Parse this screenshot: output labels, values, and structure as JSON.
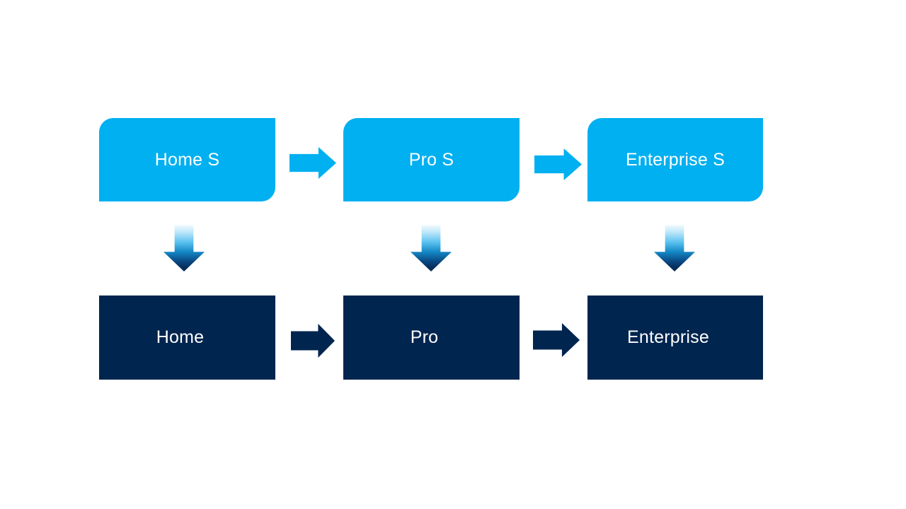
{
  "diagram": {
    "type": "flow",
    "description": "Two-tier product edition flow: S editions map down to standard editions",
    "colors": {
      "top_box_fill": "#00b0f0",
      "bottom_box_fill": "#00254f",
      "text": "#ffffff",
      "background": "#ffffff",
      "down_arrow_gradient_top": "#f4fbfe",
      "down_arrow_gradient_bottom": "#062a54"
    },
    "top_row": {
      "items": [
        {
          "label": "Home S"
        },
        {
          "label": "Pro S"
        },
        {
          "label": "Enterprise S"
        }
      ]
    },
    "bottom_row": {
      "items": [
        {
          "label": "Home"
        },
        {
          "label": "Pro"
        },
        {
          "label": "Enterprise"
        }
      ]
    },
    "connections": {
      "horizontal_top": [
        "Home S to Pro S",
        "Pro S to Enterprise S"
      ],
      "horizontal_bottom": [
        "Home to Pro",
        "Pro to Enterprise"
      ],
      "vertical": [
        "Home S to Home",
        "Pro S to Pro",
        "Enterprise S to Enterprise"
      ]
    }
  }
}
